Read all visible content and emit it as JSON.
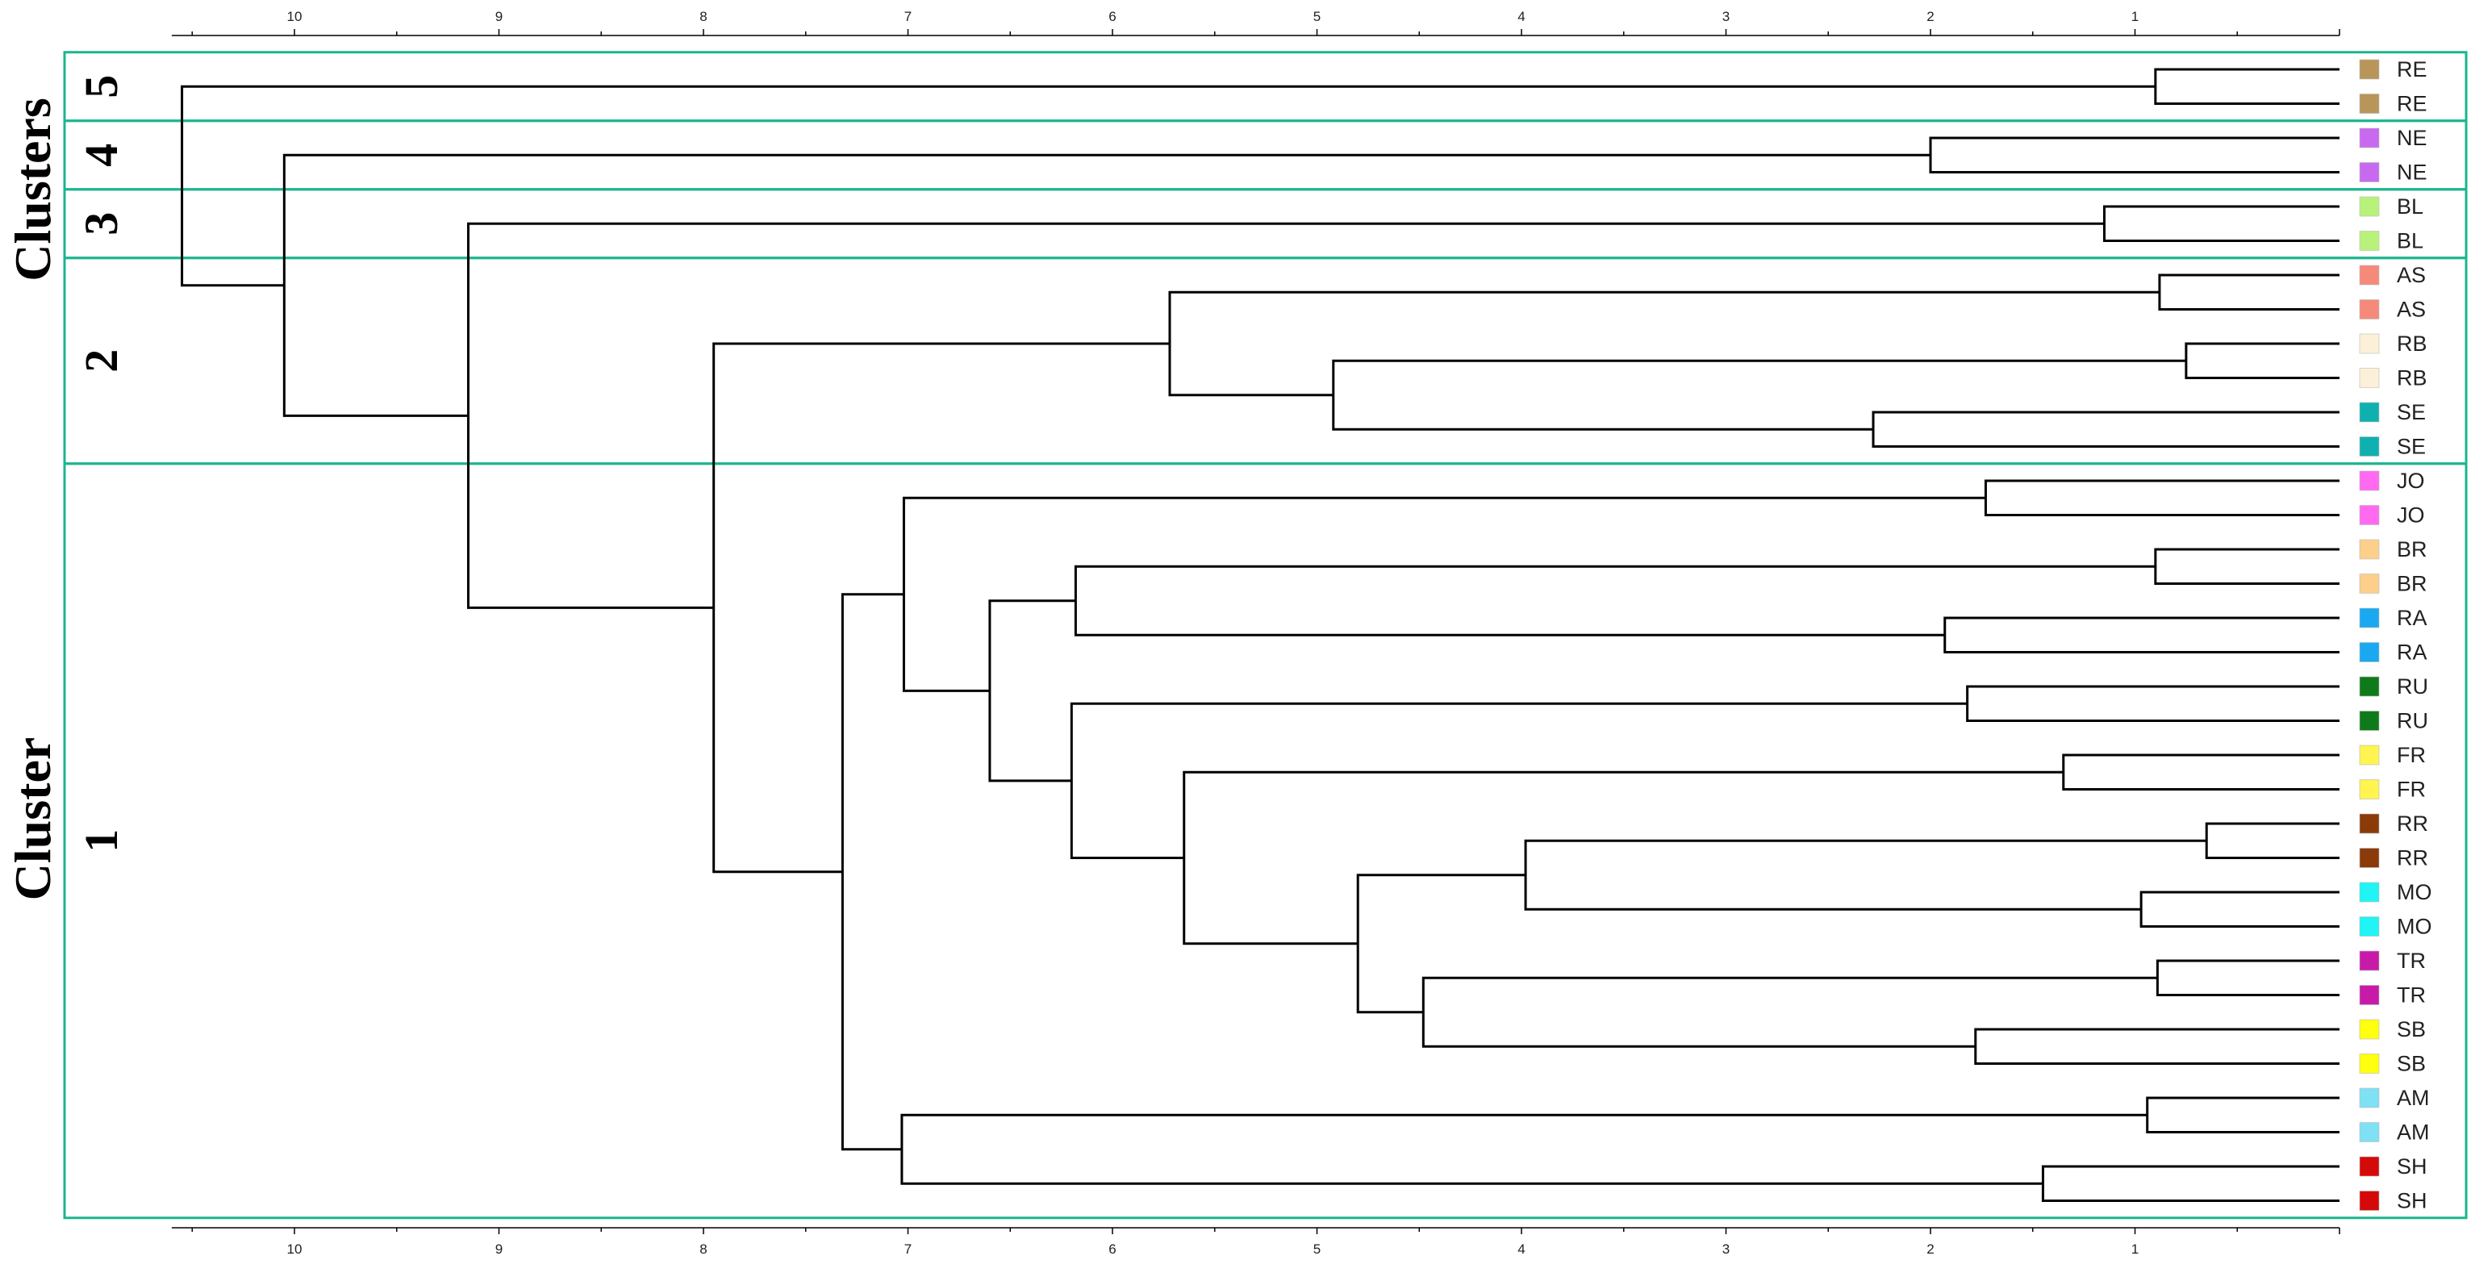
{
  "axis": {
    "max_value": 10.6,
    "ticks": [
      10,
      9,
      8,
      7,
      6,
      5,
      4,
      3,
      2,
      1
    ],
    "tick_labels": [
      "10",
      "9",
      "8",
      "7",
      "6",
      "5",
      "4",
      "3",
      "2",
      "1"
    ]
  },
  "labels": {
    "clusters_title": "Clusters",
    "cluster_title": "Cluster"
  },
  "leaves": [
    {
      "label": "RE",
      "color": "#b8965a"
    },
    {
      "label": "RE",
      "color": "#b8965a"
    },
    {
      "label": "NE",
      "color": "#c86af0"
    },
    {
      "label": "NE",
      "color": "#c86af0"
    },
    {
      "label": "BL",
      "color": "#b8f27a"
    },
    {
      "label": "BL",
      "color": "#b8f27a"
    },
    {
      "label": "AS",
      "color": "#f58a7a"
    },
    {
      "label": "AS",
      "color": "#f58a7a"
    },
    {
      "label": "RB",
      "color": "#fdf0d8"
    },
    {
      "label": "RB",
      "color": "#fdf0d8"
    },
    {
      "label": "SE",
      "color": "#10b0b0"
    },
    {
      "label": "SE",
      "color": "#10b0b0"
    },
    {
      "label": "JO",
      "color": "#ff6af0"
    },
    {
      "label": "JO",
      "color": "#ff6af0"
    },
    {
      "label": "BR",
      "color": "#fcd08a"
    },
    {
      "label": "BR",
      "color": "#fcd08a"
    },
    {
      "label": "RA",
      "color": "#1aa8f0"
    },
    {
      "label": "RA",
      "color": "#1aa8f0"
    },
    {
      "label": "RU",
      "color": "#0f7a1a"
    },
    {
      "label": "RU",
      "color": "#0f7a1a"
    },
    {
      "label": "FR",
      "color": "#fff450"
    },
    {
      "label": "FR",
      "color": "#fff450"
    },
    {
      "label": "RR",
      "color": "#8b3a0a"
    },
    {
      "label": "RR",
      "color": "#8b3a0a"
    },
    {
      "label": "MO",
      "color": "#20f4f4"
    },
    {
      "label": "MO",
      "color": "#20f4f4"
    },
    {
      "label": "TR",
      "color": "#c81aa8"
    },
    {
      "label": "TR",
      "color": "#c81aa8"
    },
    {
      "label": "SB",
      "color": "#ffff10"
    },
    {
      "label": "SB",
      "color": "#ffff10"
    },
    {
      "label": "AM",
      "color": "#80e0f4"
    },
    {
      "label": "AM",
      "color": "#80e0f4"
    },
    {
      "label": "SH",
      "color": "#d40a0a"
    },
    {
      "label": "SH",
      "color": "#d40a0a"
    }
  ],
  "merges": [
    {
      "id": "m_re",
      "children": [
        0,
        1
      ],
      "height": 0.9
    },
    {
      "id": "m_ne",
      "children": [
        2,
        3
      ],
      "height": 2.0
    },
    {
      "id": "m_bl",
      "children": [
        4,
        5
      ],
      "height": 1.15
    },
    {
      "id": "m_as",
      "children": [
        6,
        7
      ],
      "height": 0.88
    },
    {
      "id": "m_rb",
      "children": [
        8,
        9
      ],
      "height": 0.75
    },
    {
      "id": "m_se",
      "children": [
        10,
        11
      ],
      "height": 2.28
    },
    {
      "id": "m_rb_se",
      "children": [
        "m_rb",
        "m_se"
      ],
      "height": 4.92
    },
    {
      "id": "m_c2",
      "children": [
        "m_as",
        "m_rb_se"
      ],
      "height": 5.72
    },
    {
      "id": "m_jo",
      "children": [
        12,
        13
      ],
      "height": 1.73
    },
    {
      "id": "m_br",
      "children": [
        14,
        15
      ],
      "height": 0.9
    },
    {
      "id": "m_ra",
      "children": [
        16,
        17
      ],
      "height": 1.93
    },
    {
      "id": "m_br_ra",
      "children": [
        "m_br",
        "m_ra"
      ],
      "height": 6.18
    },
    {
      "id": "m_ru",
      "children": [
        18,
        19
      ],
      "height": 1.82
    },
    {
      "id": "m_fr",
      "children": [
        20,
        21
      ],
      "height": 1.35
    },
    {
      "id": "m_rr",
      "children": [
        22,
        23
      ],
      "height": 0.65
    },
    {
      "id": "m_mo",
      "children": [
        24,
        25
      ],
      "height": 0.97
    },
    {
      "id": "m_rr_mo",
      "children": [
        "m_rr",
        "m_mo"
      ],
      "height": 3.98
    },
    {
      "id": "m_tr",
      "children": [
        26,
        27
      ],
      "height": 0.89
    },
    {
      "id": "m_sb",
      "children": [
        28,
        29
      ],
      "height": 1.78
    },
    {
      "id": "m_tr_sb",
      "children": [
        "m_tr",
        "m_sb"
      ],
      "height": 4.48
    },
    {
      "id": "m_rrmo_trsb",
      "children": [
        "m_rr_mo",
        "m_tr_sb"
      ],
      "height": 4.8
    },
    {
      "id": "m_fr_rest",
      "children": [
        "m_fr",
        "m_rrmo_trsb"
      ],
      "height": 5.65
    },
    {
      "id": "m_ru_fr",
      "children": [
        "m_ru",
        "m_fr_rest"
      ],
      "height": 6.2
    },
    {
      "id": "m_brra_rufr",
      "children": [
        "m_br_ra",
        "m_ru_fr"
      ],
      "height": 6.6
    },
    {
      "id": "m_jo_rest",
      "children": [
        "m_jo",
        "m_brra_rufr"
      ],
      "height": 7.02
    },
    {
      "id": "m_am",
      "children": [
        30,
        31
      ],
      "height": 0.94
    },
    {
      "id": "m_sh",
      "children": [
        32,
        33
      ],
      "height": 1.45
    },
    {
      "id": "m_am_sh",
      "children": [
        "m_am",
        "m_sh"
      ],
      "height": 7.03
    },
    {
      "id": "m_c1",
      "children": [
        "m_jo_rest",
        "m_am_sh"
      ],
      "height": 7.32
    },
    {
      "id": "m_c1_c2",
      "children": [
        "m_c2",
        "m_c1"
      ],
      "height": 7.95
    },
    {
      "id": "m_c3_rest",
      "children": [
        "m_bl",
        "m_c1_c2"
      ],
      "height": 9.15
    },
    {
      "id": "m_c4_rest",
      "children": [
        "m_ne",
        "m_c3_rest"
      ],
      "height": 10.05
    },
    {
      "id": "m_root",
      "children": [
        "m_re",
        "m_c4_rest"
      ],
      "height": 10.55
    }
  ],
  "clusters": [
    {
      "number": "5",
      "first_leaf": 0,
      "last_leaf": 1
    },
    {
      "number": "4",
      "first_leaf": 2,
      "last_leaf": 3
    },
    {
      "number": "3",
      "first_leaf": 4,
      "last_leaf": 5
    },
    {
      "number": "2",
      "first_leaf": 6,
      "last_leaf": 11
    },
    {
      "number": "1",
      "first_leaf": 12,
      "last_leaf": 33
    }
  ]
}
